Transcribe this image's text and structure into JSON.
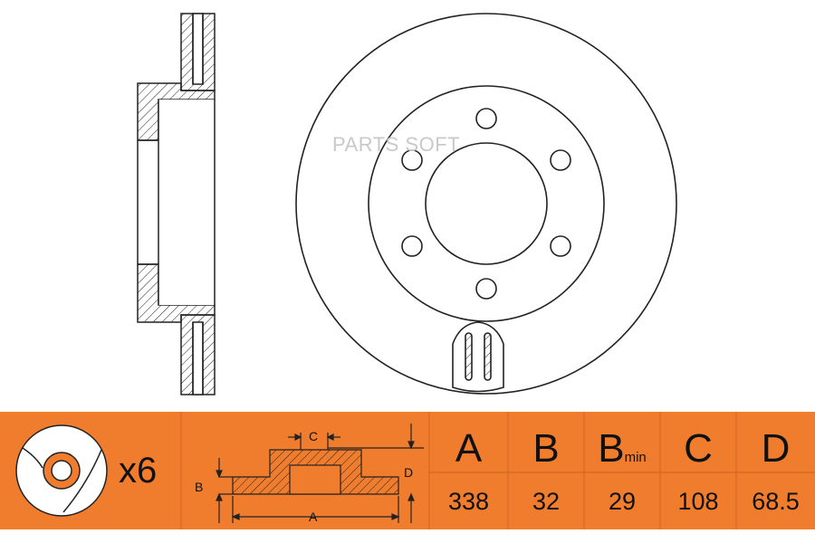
{
  "watermark": "PARTS SOFT",
  "spec_bar": {
    "bg_color": "#f07d2e",
    "quantity": "x6",
    "icon": "brake-disc-icon",
    "columns": [
      {
        "key": "A",
        "label": "A",
        "sub": "",
        "value": "338"
      },
      {
        "key": "B",
        "label": "B",
        "sub": "",
        "value": "32"
      },
      {
        "key": "Bmin",
        "label": "B",
        "sub": "min",
        "value": "29"
      },
      {
        "key": "C",
        "label": "C",
        "sub": "",
        "value": "108"
      },
      {
        "key": "D",
        "label": "D",
        "sub": "",
        "value": "68.5"
      }
    ]
  },
  "dimension_labels": {
    "a": "A",
    "b": "B",
    "c": "C",
    "d": "D"
  }
}
